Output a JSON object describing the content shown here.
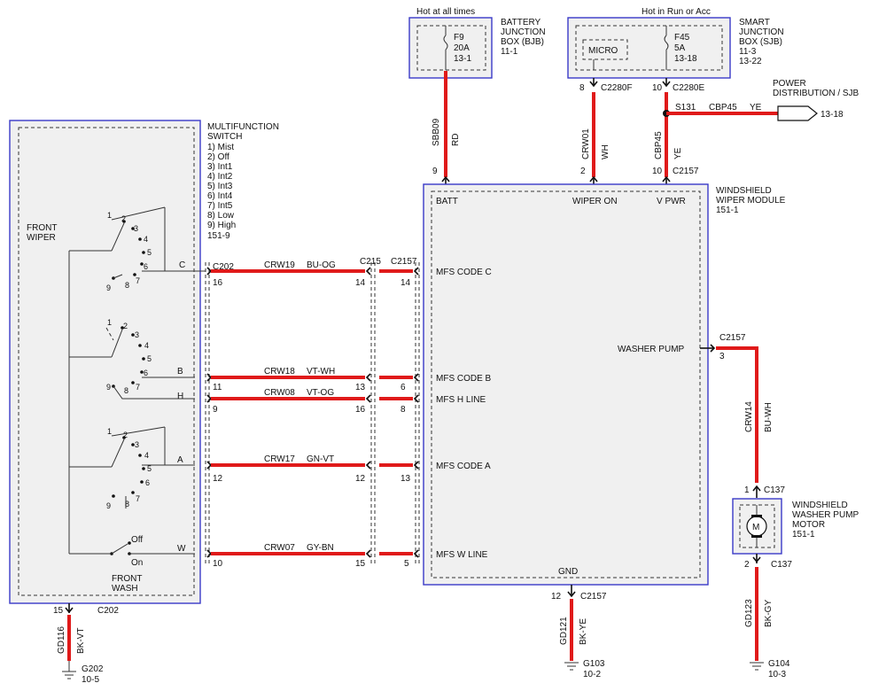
{
  "top": {
    "hot_at_all_times": "Hot at all times",
    "hot_in_run_or_acc": "Hot in Run or Acc"
  },
  "bjb": {
    "title_lines": [
      "BATTERY",
      "JUNCTION",
      "BOX (BJB)",
      "11-1"
    ],
    "fuse_lines": [
      "F9",
      "20A",
      "13-1"
    ]
  },
  "sjb": {
    "title_lines": [
      "SMART",
      "JUNCTION",
      "BOX (SJB)",
      "11-3",
      "13-22"
    ],
    "micro": "MICRO",
    "fuse_lines": [
      "F45",
      "5A",
      "13-18"
    ]
  },
  "power_dist": {
    "title_lines": [
      "POWER",
      "DISTRIBUTION / SJB"
    ],
    "ref": "13-18",
    "splice": "S131",
    "circuit": "CBP45",
    "color": "YE"
  },
  "mfs": {
    "title_lines": [
      "MULTIFUNCTION",
      "SWITCH",
      "1) Mist",
      "2) Off",
      "3) Int1",
      "4) Int2",
      "5) Int3",
      "6) Int4",
      "7) Int5",
      "8) Low",
      "9) High",
      "151-9"
    ],
    "front_wiper": [
      "FRONT",
      "WIPER"
    ],
    "front_wash": [
      "FRONT",
      "WASH"
    ],
    "off": "Off",
    "on": "On",
    "ground_pin": "15",
    "ground_conn": "C202",
    "ground_circuit": "GD116",
    "ground_color": "BK-VT",
    "ground_ref": [
      "G202",
      "10-5"
    ]
  },
  "switch_outputs": {
    "c": "C",
    "b": "B",
    "h": "H",
    "a": "A",
    "w": "W"
  },
  "positions": {
    "p1": "1",
    "p2": "2",
    "p3": "3",
    "p4": "4",
    "p5": "5",
    "p6": "6",
    "p7": "7",
    "p8": "8",
    "p9": "9"
  },
  "connectors": {
    "c202": "C202",
    "c215": "C215",
    "c2157": "C2157",
    "c2280f": "C2280F",
    "c2280e": "C2280E",
    "c137": "C137"
  },
  "wires": [
    {
      "circuit": "CRW19",
      "color": "BU-OG",
      "pin_c202": "16",
      "pin_c215": "14",
      "pin_c2157": "14",
      "module_label": "MFS CODE C"
    },
    {
      "circuit": "CRW18",
      "color": "VT-WH",
      "pin_c202": "11",
      "pin_c215": "13",
      "pin_c2157": "6",
      "module_label": "MFS CODE B"
    },
    {
      "circuit": "CRW08",
      "color": "VT-OG",
      "pin_c202": "9",
      "pin_c215": "16",
      "pin_c2157": "8",
      "module_label": "MFS H LINE"
    },
    {
      "circuit": "CRW17",
      "color": "GN-VT",
      "pin_c202": "12",
      "pin_c215": "12",
      "pin_c2157": "13",
      "module_label": "MFS CODE A"
    },
    {
      "circuit": "CRW07",
      "color": "GY-BN",
      "pin_c202": "10",
      "pin_c215": "15",
      "pin_c2157": "5",
      "module_label": "MFS W LINE"
    }
  ],
  "module": {
    "title_lines": [
      "WINDSHIELD",
      "WIPER MODULE",
      "151-1"
    ],
    "batt": "BATT",
    "wiper_on": "WIPER ON",
    "v_pwr": "V PWR",
    "washer_pump": "WASHER PUMP",
    "gnd": "GND"
  },
  "feeds": {
    "batt": {
      "circuit": "SBB09",
      "color": "RD",
      "pin": "9"
    },
    "wiper_on": {
      "circuit": "CRW01",
      "color": "WH",
      "pin_top": "8",
      "pin_bottom": "2"
    },
    "vpwr": {
      "circuit": "CBP45",
      "color": "YE",
      "pin_top": "10",
      "pin_bottom": "10"
    }
  },
  "washer": {
    "pin_module": "3",
    "circuit": "CRW14",
    "color": "BU-WH",
    "pin_motor_top": "1",
    "pin_motor_bottom": "2",
    "title_lines": [
      "WINDSHIELD",
      "WASHER PUMP",
      "MOTOR",
      "151-1"
    ],
    "motor": "M",
    "ground_circuit": "GD123",
    "ground_color": "BK-GY",
    "ground_ref": [
      "G104",
      "10-3"
    ]
  },
  "module_ground": {
    "pin": "12",
    "circuit": "GD121",
    "color": "BK-YE",
    "ground_ref": [
      "G103",
      "10-2"
    ]
  }
}
